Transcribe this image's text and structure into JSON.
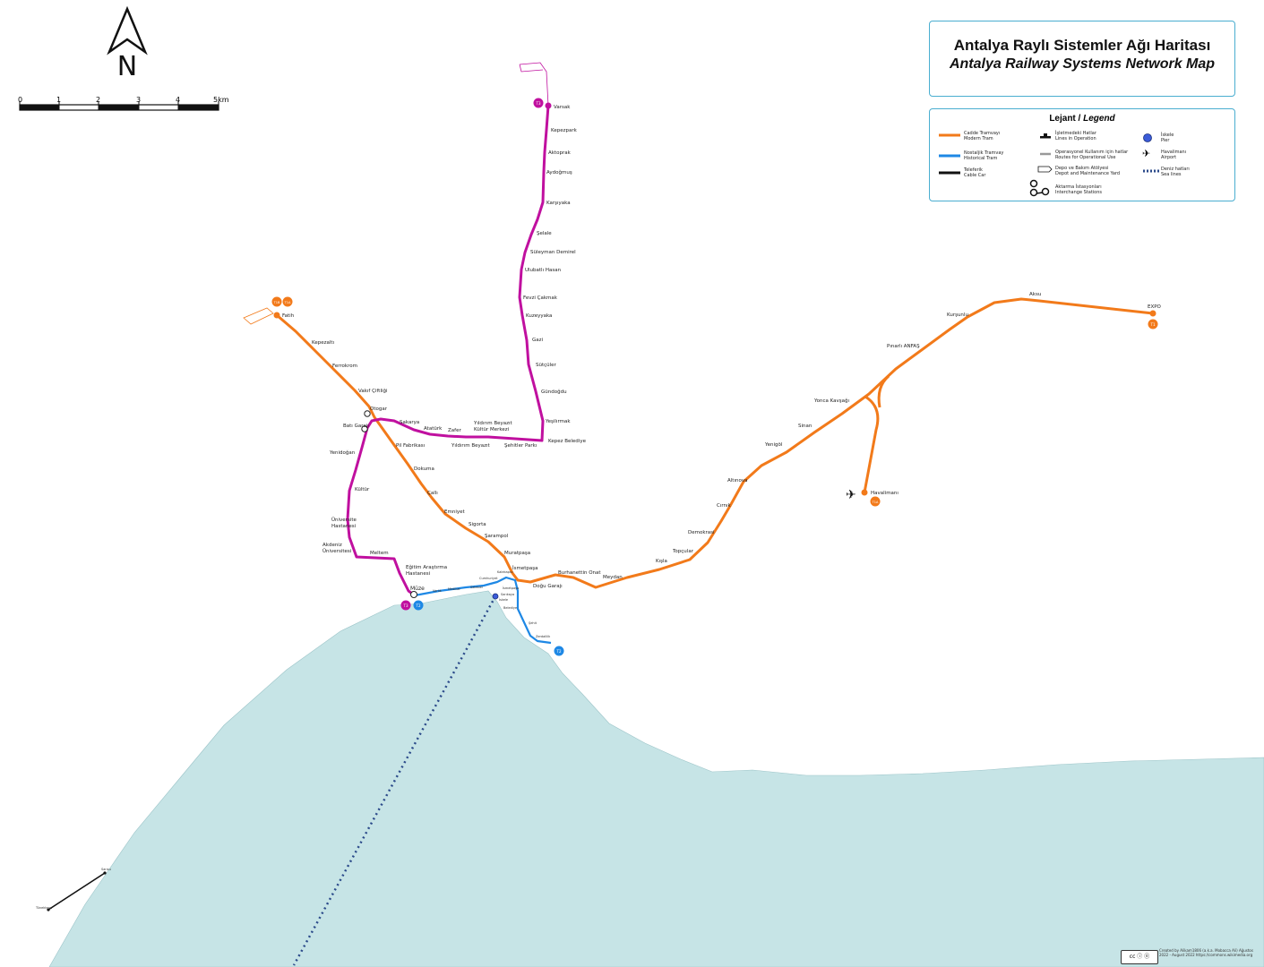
{
  "title": {
    "tr": "Antalya Raylı Sistemler Ağı Haritası",
    "en": "Antalya Railway Systems Network Map"
  },
  "compass": {
    "letter": "N"
  },
  "scale": {
    "ticks": [
      "0",
      "1",
      "2",
      "3",
      "4",
      "5km"
    ]
  },
  "legend": {
    "title_tr": "Lejant / ",
    "title_en": "Legend",
    "items": {
      "modern_tram": {
        "tr": "Cadde Tramvayı",
        "en": "Modern Tram"
      },
      "historical_tram": {
        "tr": "Nostaljik Tramvay",
        "en": "Historical Tram"
      },
      "cable_car": {
        "tr": "Teleferik",
        "en": "Cable Car"
      },
      "in_operation": {
        "tr": "İşletmedeki Hatlar",
        "en": "Lines in Operation"
      },
      "operational_routes": {
        "tr": "Operasyonel Kullanım için hatlar",
        "en": "Routes for Operational Use"
      },
      "depot": {
        "tr": "Depo ve Bakım Atölyesi",
        "en": "Depot and Maintenance Yard"
      },
      "interchange": {
        "tr": "Aktarma İstasyonları",
        "en": "Interchange Stations"
      },
      "pier": {
        "tr": "İskele",
        "en": "Pier"
      },
      "airport": {
        "tr": "Havalimanı",
        "en": "Airport"
      },
      "sea_lines": {
        "tr": "Deniz hatları",
        "en": "Sea lines"
      }
    }
  },
  "colors": {
    "orange": "#f27a1a",
    "magenta": "#c0109f",
    "blue": "#1e88e5",
    "sea": "#c6e4e6",
    "frame": "#4aaed0"
  },
  "line_badges": {
    "t1": "T1",
    "t2": "T2",
    "t3": "T3",
    "t1a": "T1A",
    "t1b": "T1B"
  },
  "stations": {
    "fatih": "Fatih",
    "kepezalti": "Kepezaltı",
    "ferrokrom": "Ferrokrom",
    "vakif": "Vakıf Çiftliği",
    "otogar": "Otogar",
    "batigaraji": "Batı Garajı",
    "pilfabrikasi": "Pil Fabrikası",
    "dokuma": "Dokuma",
    "calli": "Çallı",
    "emniyet": "Emniyet",
    "sigorta": "Sigorta",
    "sarampol": "Şarampol",
    "muratpasa": "Muratpaşa",
    "ismetpasa": "İsmetpaşa",
    "dogugaraji": "Doğu Garajı",
    "burhanettin": "Burhanettin Onat",
    "meydan": "Meydan",
    "kisla": "Kışla",
    "topcular": "Topçular",
    "demokrasi": "Demokrasi",
    "cirnik": "Cırnık",
    "altinova": "Altınova",
    "yenigol": "Yenigöl",
    "sinan": "Sinan",
    "yoncakavsagi": "Yonca Kavşağı",
    "pinarli": "Pınarlı ANFAŞ",
    "kursunlu": "Kurşunlu",
    "aksu": "Aksu",
    "expo": "EXPO",
    "havalimani": "Havalimanı",
    "varsak": "Varsak",
    "kepezpark": "Kepezpark",
    "aktoprak": "Aktoprak",
    "aydogmus": "Aydoğmuş",
    "karsiyaka": "Karşıyaka",
    "selale": "Şelale",
    "suleyman": "Süleyman Demirel",
    "ulubatli": "Ulubatlı Hasan",
    "fevzi": "Fevzi Çakmak",
    "kuzeyyaka": "Kuzeyyaka",
    "gazi": "Gazi",
    "sutculer": "Sütçüler",
    "gundogdu": "Gündoğdu",
    "yesilirmak": "Yeşilırmak",
    "kepezbelediye": "Kepez Belediye",
    "sehitler": "Şehitler Parkı",
    "ybkultur1": "Yıldırım Beyazıt",
    "ybkultur2": "Kültür Merkezi",
    "yildirim": "Yıldırım Beyazıt",
    "zafer": "Zafer",
    "ataturk": "Atatürk",
    "sakarya": "Sakarya",
    "yenidogan": "Yenidoğan",
    "kultur": "Kültür",
    "univ1": "Üniversite",
    "univ2": "Hastanesi",
    "akdeniz1": "Akdeniz",
    "akdeniz2": "Üniversitesi",
    "meltem": "Meltem",
    "egitim1": "Eğitim Araştırma",
    "egitim2": "Hastanesi",
    "muze": "Müze",
    "varlik": "Varlık",
    "mediko": "Medikal",
    "selekler": "Selekler",
    "cumhuriyet": "Cumhuriyet",
    "kalekapisi": "Kalekapısı",
    "sarikaya": "Sarıkaya",
    "ismetpasa2": "İsmetpaşa",
    "belediye": "Belediye",
    "sehit": "Şehit",
    "zerdalilik": "Zerdalilik",
    "iskele": "İskele",
    "tunektepe": "Tünektepe",
    "sarisu": "Sarısu"
  },
  "credit": "Created by Alikam1806 (a.k.a. Mobacca Ali) Ağustos 2022 - August 2022 https://commons.wikimedia.org"
}
